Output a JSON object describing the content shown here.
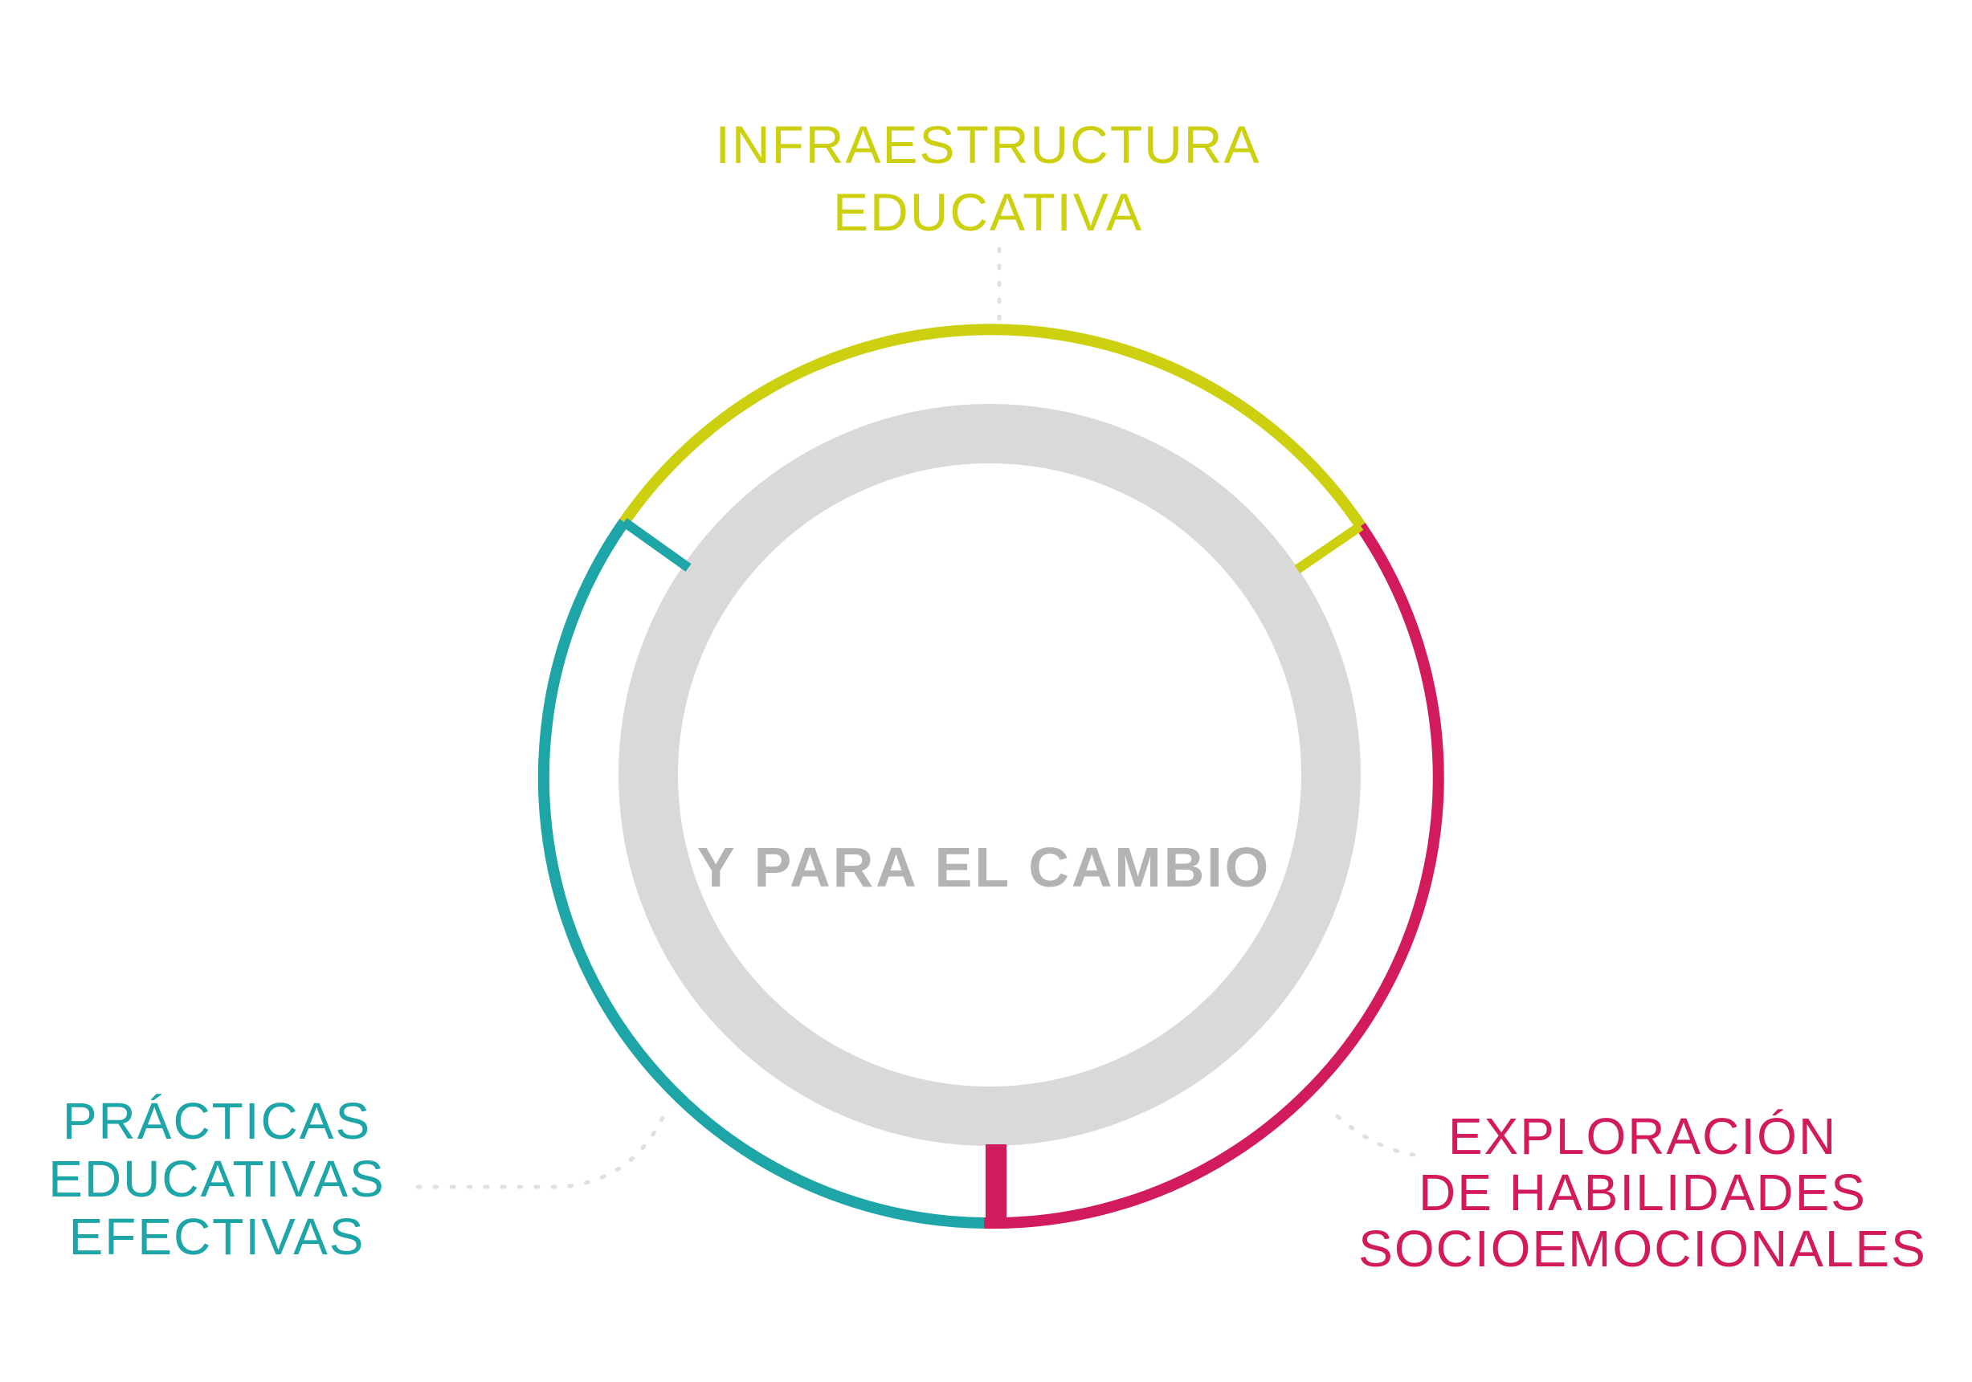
{
  "center_text": "Y PARA EL CAMBIO",
  "segments": [
    {
      "id": "infraestructura",
      "lines": [
        "INFRAESTRUCTURA",
        "EDUCATIVA"
      ],
      "color": "#cdd00f"
    },
    {
      "id": "practicas",
      "lines": [
        "PRÁCTICAS",
        "EDUCATIVAS",
        "EFECTIVAS"
      ],
      "color": "#1ea5a8"
    },
    {
      "id": "exploracion",
      "lines": [
        "EXPLORACIÓN",
        "DE HABILIDADES",
        "SOCIOEMOCIONALES"
      ],
      "color": "#d11b5d"
    }
  ],
  "colors": {
    "ring_fill": "#d9d9d9",
    "center_text": "#b3b3b3",
    "connector": "#e0e0e0"
  }
}
